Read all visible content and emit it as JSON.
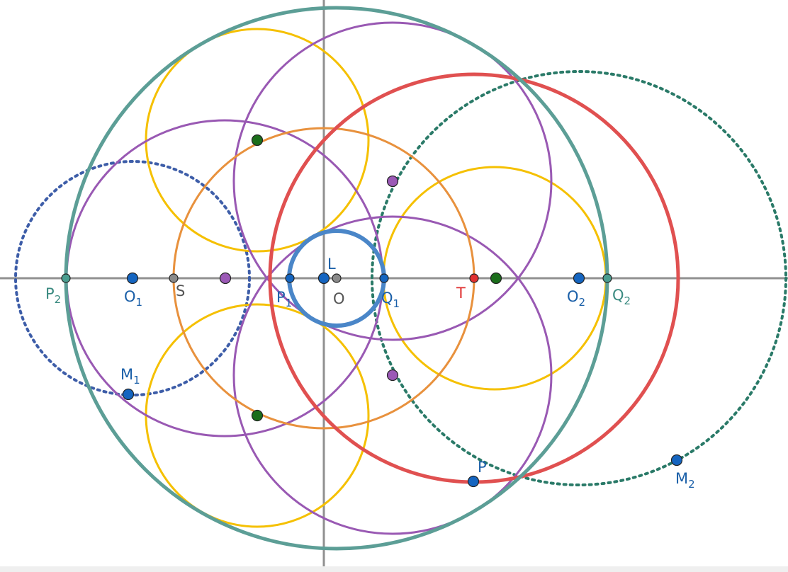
{
  "colors": {
    "axis": "#909090",
    "teal": "#5c9e96",
    "red": "#e05050",
    "orange": "#e8913d",
    "gold": "#f5c000",
    "purple": "#9959b3",
    "blue": "#4a86c8",
    "dotted_blue": "#3d5da8",
    "dotted_green": "#2a7a68",
    "point_blue": "#1565c0",
    "point_green": "#1b6e1b",
    "point_purple": "#9b59b6",
    "point_teal": "#4a9e90",
    "point_grey": "#8a8a8a",
    "point_red": "#e03030",
    "label_blue": "#1a5fa8",
    "label_teal": "#3a8a80",
    "label_red": "#e03030",
    "label_grey": "#555555"
  },
  "labels": {
    "L": "L",
    "O": "O",
    "S": "S",
    "T": "T",
    "P": "P",
    "O1": "O",
    "O1_sub": "1",
    "O2": "O",
    "O2_sub": "2",
    "P1": "P",
    "P1_sub": "1",
    "P2": "P",
    "P2_sub": "2",
    "Q1": "Q",
    "Q1_sub": "1",
    "Q2": "Q",
    "Q2_sub": "2",
    "M1": "M",
    "M1_sub": "1",
    "M2": "M",
    "M2_sub": "2"
  }
}
